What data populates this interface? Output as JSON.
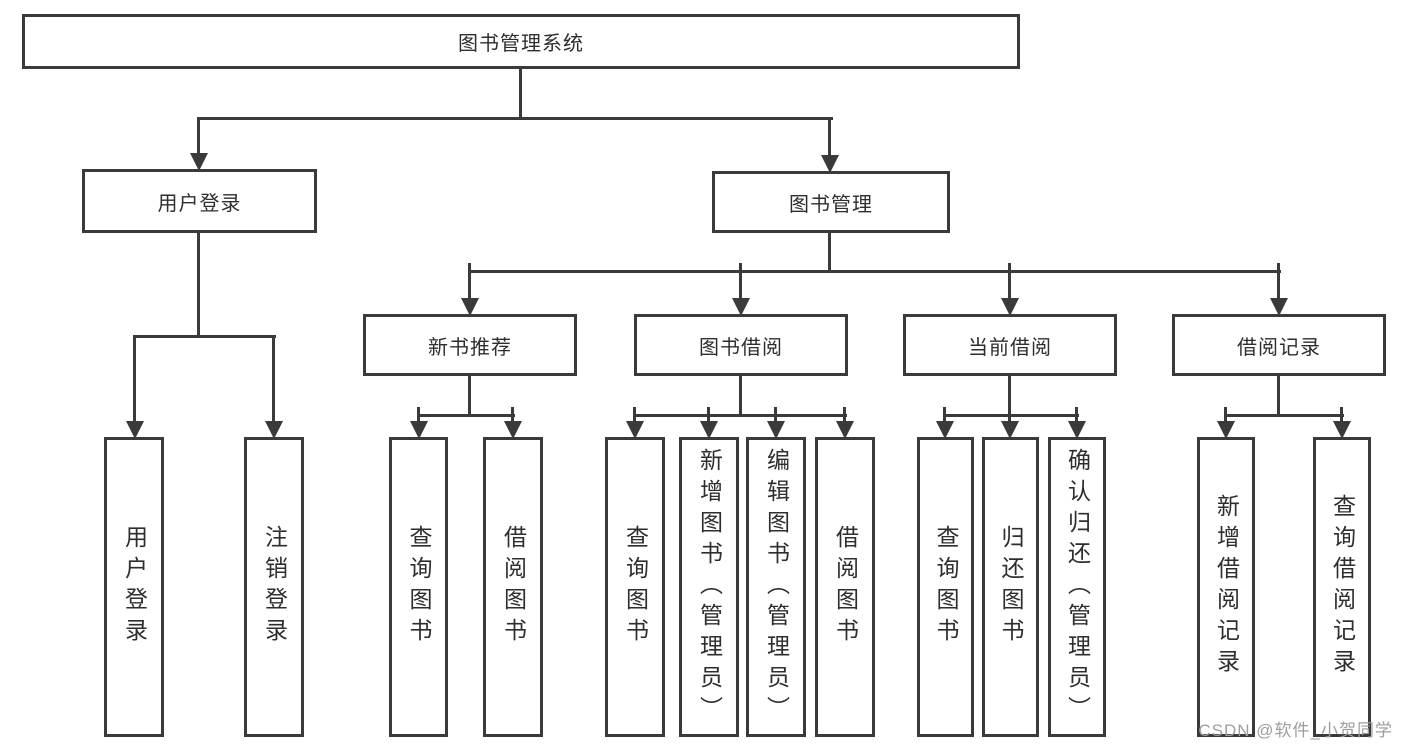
{
  "colors": {
    "line": "#3a3a3a",
    "text": "#2e2e2e",
    "background": "#ffffff",
    "watermark": "#9e9e9e"
  },
  "watermark": {
    "text": "CSDN @软件_小贺同学"
  },
  "tree": {
    "label": "图书管理系统",
    "children": [
      {
        "label": "用户登录",
        "children": [
          {
            "label": "用户登录"
          },
          {
            "label": "注销登录"
          }
        ]
      },
      {
        "label": "图书管理",
        "children": [
          {
            "label": "新书推荐",
            "children": [
              {
                "label": "查询图书"
              },
              {
                "label": "借阅图书"
              }
            ]
          },
          {
            "label": "图书借阅",
            "children": [
              {
                "label": "查询图书"
              },
              {
                "label": "新增图书（管理员）"
              },
              {
                "label": "编辑图书（管理员）"
              },
              {
                "label": "借阅图书"
              }
            ]
          },
          {
            "label": "当前借阅",
            "children": [
              {
                "label": "查询图书"
              },
              {
                "label": "归还图书"
              },
              {
                "label": "确认归还（管理员）"
              }
            ]
          },
          {
            "label": "借阅记录",
            "children": [
              {
                "label": "新增借阅记录"
              },
              {
                "label": "查询借阅记录"
              }
            ]
          }
        ]
      }
    ]
  }
}
